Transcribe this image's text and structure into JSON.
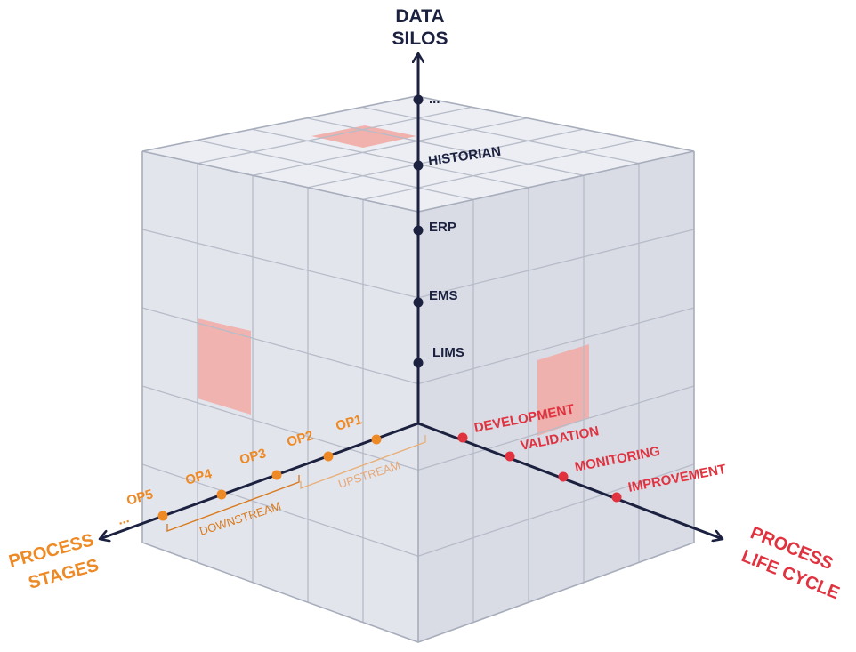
{
  "axes": {
    "vertical": {
      "title_line1": "DATA",
      "title_line2": "SILOS",
      "points": [
        "LIMS",
        "EMS",
        "ERP",
        "HISTORIAN",
        "..."
      ]
    },
    "left": {
      "title_line1": "PROCESS",
      "title_line2": "STAGES",
      "points": [
        "OP1",
        "OP2",
        "OP3",
        "OP4",
        "OP5",
        "..."
      ],
      "upstream_label": "UPSTREAM",
      "downstream_label": "DOWNSTREAM"
    },
    "right": {
      "title_line1": "PROCESS",
      "title_line2": "LIFE CYCLE",
      "points": [
        "DEVELOPMENT",
        "VALIDATION",
        "MONITORING",
        "IMPROVEMENT"
      ]
    }
  },
  "colors": {
    "navy": "#1c2140",
    "orange": "#ee8a25",
    "red": "#e0323f",
    "highlight": "#f2a6a0",
    "cube_top": "#eceef4",
    "cube_left": "#e3e5ec",
    "cube_right": "#d9dce5",
    "grid": "#b7bcc8"
  }
}
